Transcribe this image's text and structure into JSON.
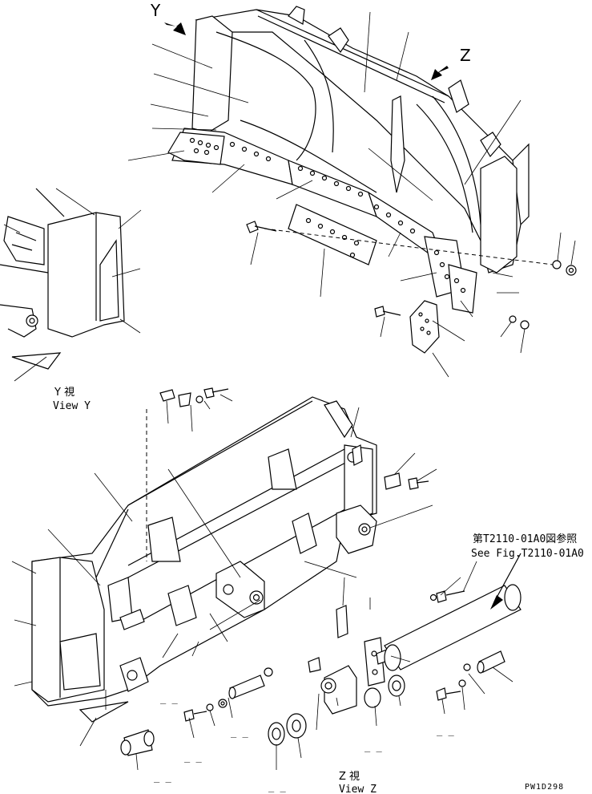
{
  "view_labels": {
    "y_marker": "Y",
    "z_marker": "Z",
    "view_y_jp": "Y 視",
    "view_y_en": "View Y",
    "view_z_jp": "Z 視",
    "view_z_en": "View Z"
  },
  "reference": {
    "jp": "第T2110-01A0図参照",
    "en": "See Fig.T2110-01A0"
  },
  "drawing_code": "PW1D298",
  "dash_marks": [
    "_ _",
    "_ _",
    "_ _",
    "_ _",
    "_ _",
    "_ _",
    "_ _"
  ]
}
